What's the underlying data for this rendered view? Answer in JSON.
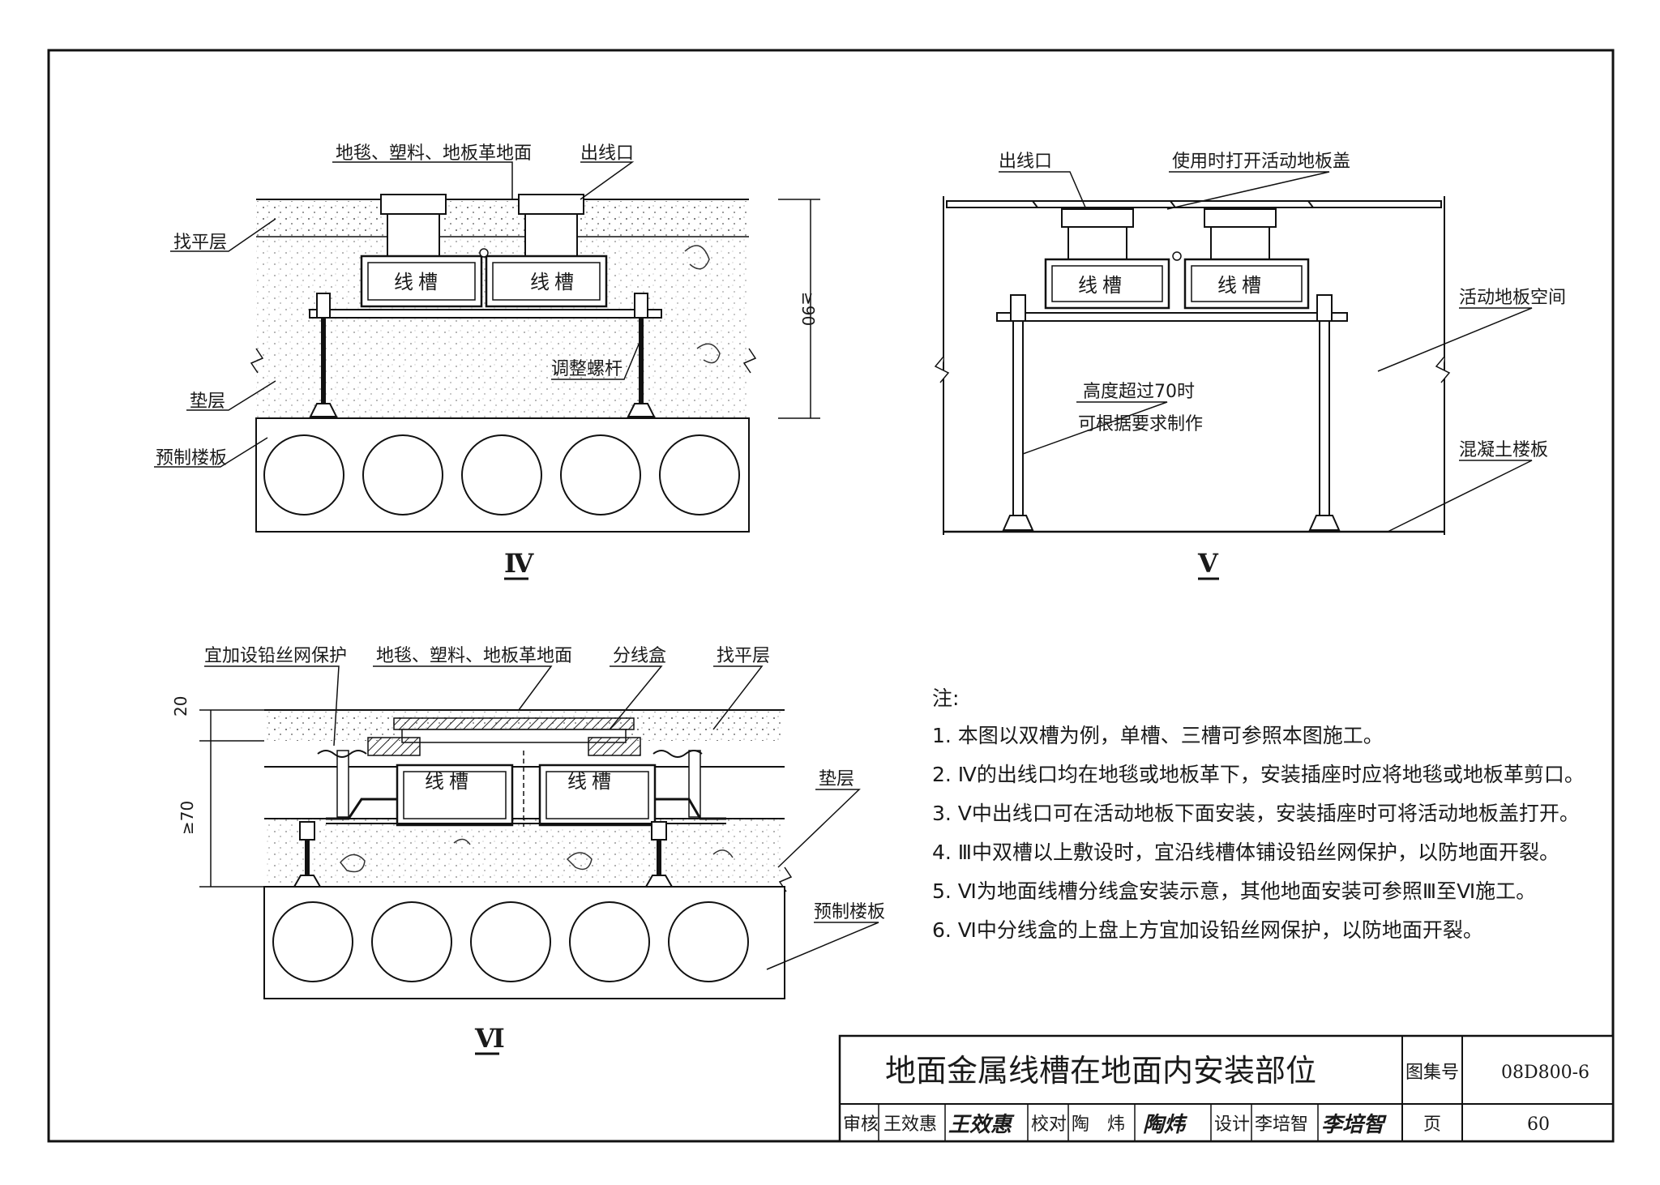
{
  "section_iv": {
    "label_finish": "地毯、塑料、地板革地面",
    "label_outlet": "出线口",
    "label_screed": "找平层",
    "label_cushion": "垫层",
    "label_precast": "预制楼板",
    "label_bolt": "调整螺杆",
    "trough_1": "线槽",
    "trough_2": "线槽",
    "dim": "≥90",
    "numeral": "Ⅳ"
  },
  "section_v": {
    "label_outlet": "出线口",
    "label_cover": "使用时打开活动地板盖",
    "label_space": "活动地板空间",
    "label_height_1": "高度超过70时",
    "label_height_2": "可根据要求制作",
    "label_slab": "混凝土楼板",
    "trough_1": "线槽",
    "trough_2": "线槽",
    "numeral": "Ⅴ"
  },
  "section_vi": {
    "label_mesh": "宜加设铅丝网保护",
    "label_finish": "地毯、塑料、地板革地面",
    "label_box": "分线盒",
    "label_screed": "找平层",
    "label_cushion": "垫层",
    "label_precast": "预制楼板",
    "trough_1": "线槽",
    "trough_2": "线槽",
    "dim_top": "20",
    "dim_bottom": "≥70",
    "numeral": "Ⅵ"
  },
  "notes": {
    "heading": "注:",
    "items": [
      "1. 本图以双槽为例，单槽、三槽可参照本图施工。",
      "2. Ⅳ的出线口均在地毯或地板革下，安装插座时应将地毯或地板革剪口。",
      "3. Ⅴ中出线口可在活动地板下面安装，安装插座时可将活动地板盖打开。",
      "4. Ⅲ中双槽以上敷设时，宜沿线槽体铺设铅丝网保护，以防地面开裂。",
      "5. Ⅵ为地面线槽分线盒安装示意，其他地面安装可参照Ⅲ至Ⅵ施工。",
      "6. Ⅵ中分线盒的上盘上方宜加设铅丝网保护，以防地面开裂。"
    ]
  },
  "title_block": {
    "title": "地面金属线槽在地面内安装部位",
    "atlas_label": "图集号",
    "atlas_no": "08D800-6",
    "review_label": "审核",
    "review_name": "王效惠",
    "review_sig": "王效惠",
    "check_label": "校对",
    "check_name": "陶　炜",
    "check_sig": "陶炜",
    "design_label": "设计",
    "design_name": "李培智",
    "design_sig": "李培智",
    "page_label": "页",
    "page_no": "60"
  }
}
